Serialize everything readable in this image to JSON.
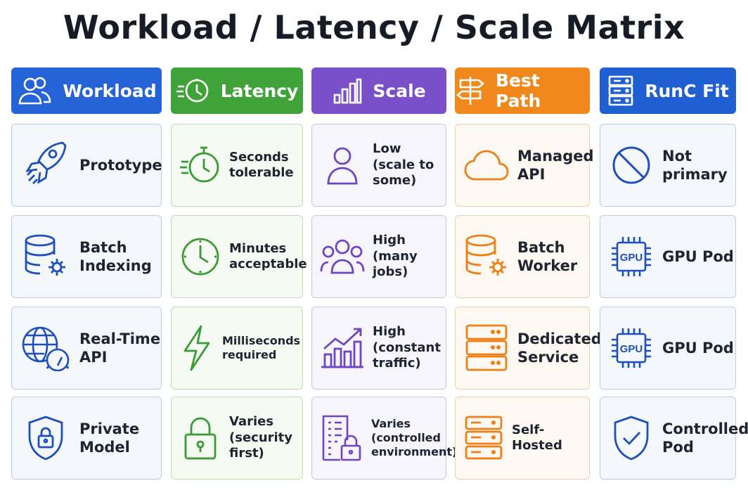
{
  "title": "Workload / Latency / Scale Matrix",
  "colors": {
    "workload": "#2563d6",
    "latency": "#3fa33a",
    "scale": "#7a4fc9",
    "best_path": "#f0881c",
    "runc_fit": "#1f5fd1"
  },
  "headers": [
    {
      "label": "Workload",
      "icon": "people-icon"
    },
    {
      "label": "Latency",
      "icon": "fast-clock-icon"
    },
    {
      "label": "Scale",
      "icon": "bar-chart-icon"
    },
    {
      "label": "Best Path",
      "icon": "signpost-icon"
    },
    {
      "label": "RunC Fit",
      "icon": "server-rack-icon"
    }
  ],
  "rows": [
    {
      "workload": {
        "text": "Prototype",
        "icon": "rocket-icon"
      },
      "latency": {
        "text": "Seconds\ntolerable",
        "icon": "stopwatch-icon"
      },
      "scale": {
        "text": "Low\n(scale to\nsome)",
        "icon": "person-icon"
      },
      "best_path": {
        "text": "Managed\nAPI",
        "icon": "cloud-icon"
      },
      "runc_fit": {
        "text": "Not\nprimary",
        "icon": "prohibited-icon"
      }
    },
    {
      "workload": {
        "text": "Batch\nIndexing",
        "icon": "database-gear-icon"
      },
      "latency": {
        "text": "Minutes\nacceptable",
        "icon": "clock-icon"
      },
      "scale": {
        "text": "High\n(many\njobs)",
        "icon": "group-icon"
      },
      "best_path": {
        "text": "Batch\nWorker",
        "icon": "database-gear-icon"
      },
      "runc_fit": {
        "text": "GPU Pod",
        "icon": "gpu-chip-icon",
        "chip_label": "GPU"
      }
    },
    {
      "workload": {
        "text": "Real-Time\nAPI",
        "icon": "globe-gauge-icon"
      },
      "latency": {
        "text": "Milliseconds\nrequired",
        "icon": "lightning-icon"
      },
      "scale": {
        "text": "High\n(constant\ntraffic)",
        "icon": "growth-chart-icon"
      },
      "best_path": {
        "text": "Dedicated\nService",
        "icon": "server-icon"
      },
      "runc_fit": {
        "text": "GPU Pod",
        "icon": "gpu-chip-icon",
        "chip_label": "GPU"
      }
    },
    {
      "workload": {
        "text": "Private\nModel",
        "icon": "shield-lock-icon"
      },
      "latency": {
        "text": "Varies\n(security\nfirst)",
        "icon": "padlock-icon"
      },
      "scale": {
        "text": "Varies\n(controlled\nenvironment)",
        "icon": "building-lock-icon"
      },
      "best_path": {
        "text": "Self-Hosted",
        "icon": "server-stack-icon"
      },
      "runc_fit": {
        "text": "Controlled\nPod",
        "icon": "shield-check-icon"
      }
    }
  ]
}
